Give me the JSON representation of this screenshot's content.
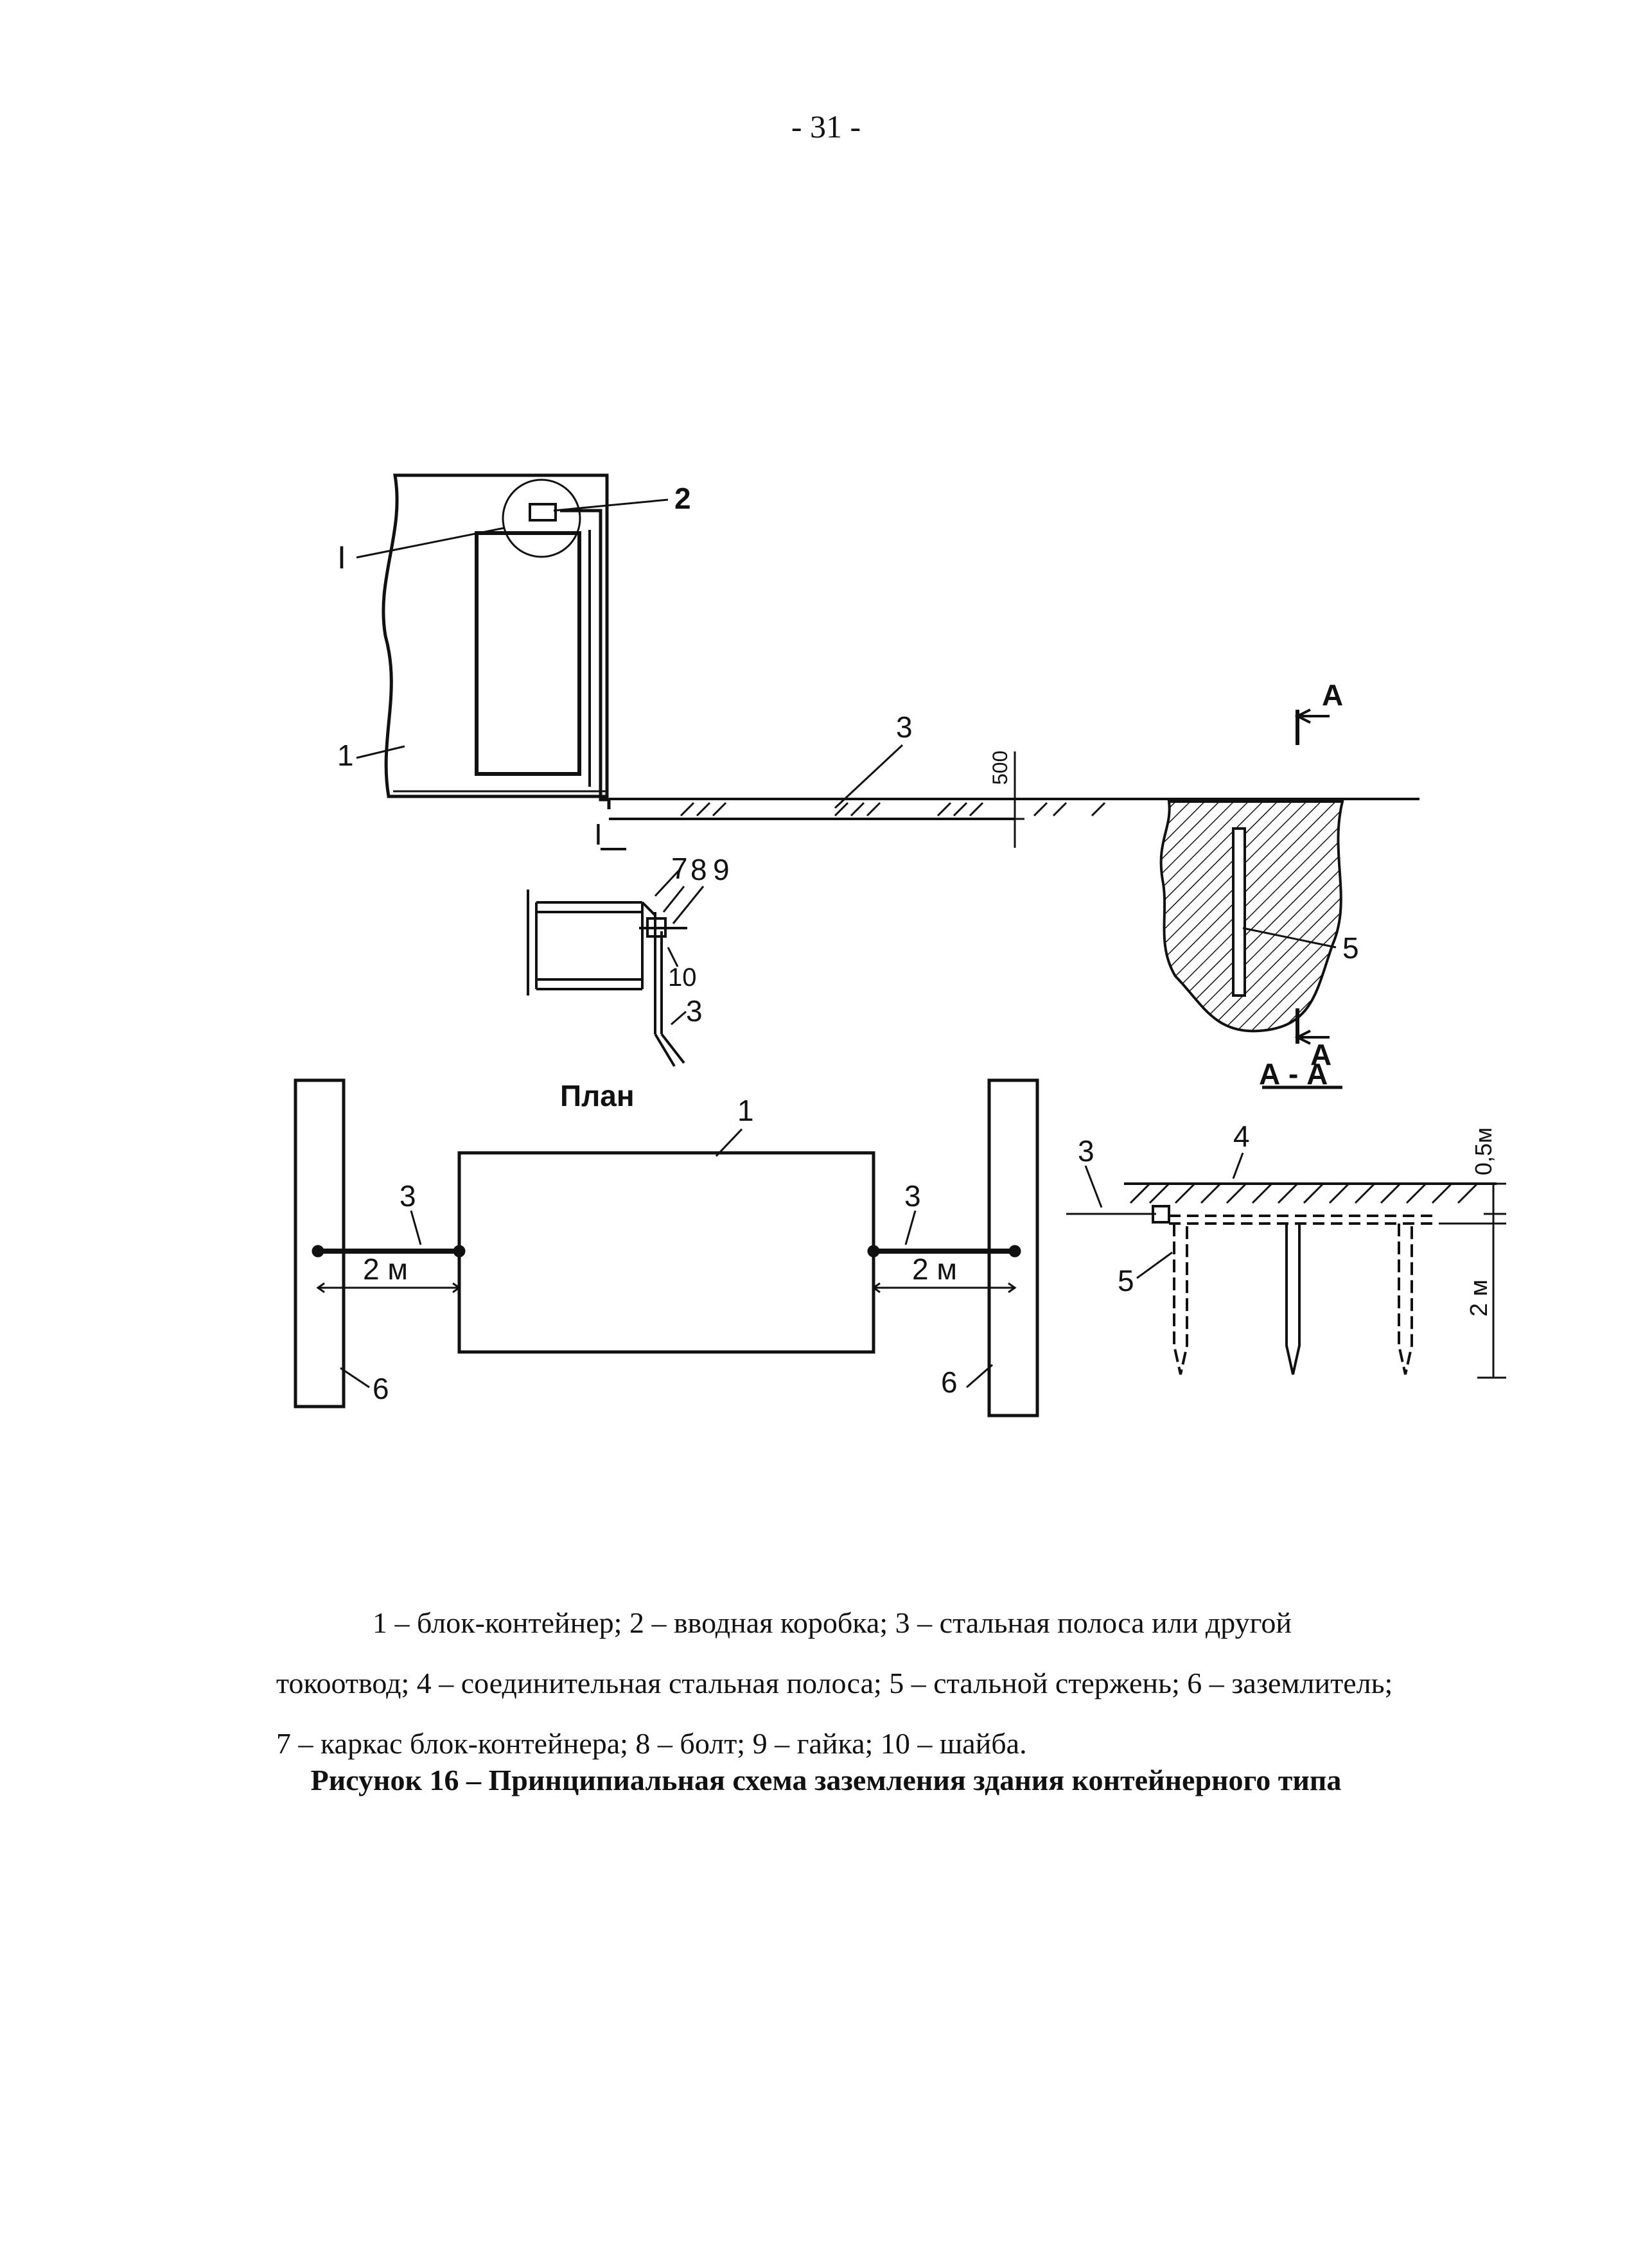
{
  "page_number": "- 31 -",
  "figure": {
    "section_marker": "I",
    "callouts": {
      "n1": "1",
      "n2": "2",
      "n3": "3",
      "n4": "4",
      "n5": "5",
      "n6": "6",
      "n7": "7",
      "n8": "8",
      "n9": "9",
      "n10": "10"
    },
    "depth_label": "500",
    "section_arrow_label": "А",
    "section_view_title": "А - А",
    "plan_title": "План",
    "distance_label": "2 м",
    "top_depth_label": "0,5м",
    "rod_length_label": "2 м"
  },
  "legend": {
    "line1": "1 – блок-контейнер; 2 – вводная коробка; 3 – стальная полоса или другой",
    "line2": "токоотвод; 4 – соединительная стальная полоса; 5 – стальной стержень; 6 – заземлитель;",
    "line3": "7 – каркас блок-контейнера; 8 – болт; 9 – гайка; 10 – шайба."
  },
  "caption": "Рисунок 16 – Принципиальная схема заземления здания контейнерного типа"
}
